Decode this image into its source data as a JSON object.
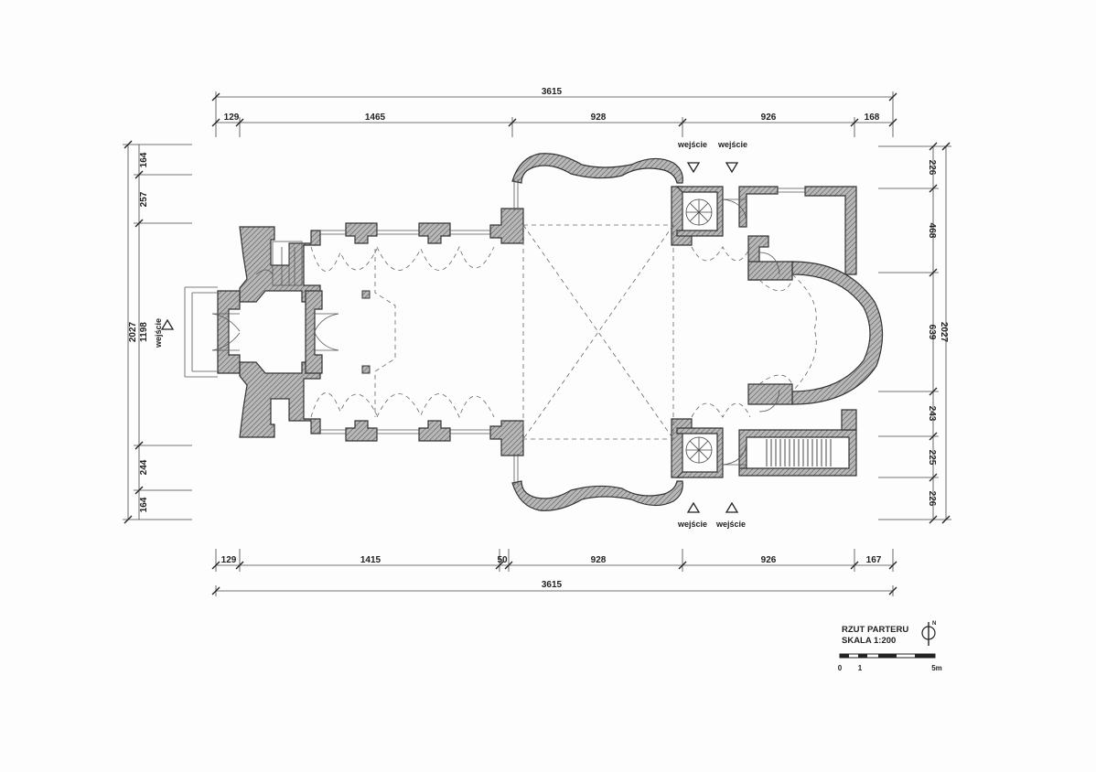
{
  "dims": {
    "top_overall": "3615",
    "top": [
      "129",
      "1465",
      "928",
      "926",
      "168"
    ],
    "bottom": [
      "129",
      "1415",
      "50",
      "928",
      "926",
      "167"
    ],
    "bottom_overall": "3615",
    "left_overall": "2027",
    "left": [
      "164",
      "257",
      "1198",
      "244",
      "164"
    ],
    "right_overall": "2027",
    "right": [
      "226",
      "468",
      "639",
      "243",
      "225",
      "226"
    ]
  },
  "labels": {
    "entrance": "wejście",
    "entrance_top_1": "wejście",
    "entrance_top_2": "wejście",
    "entrance_bottom_1": "wejście",
    "entrance_bottom_2": "wejście",
    "entrance_west": "wejście"
  },
  "title_block": {
    "title": "RZUT PARTERU",
    "scale": "SKALA  1:200",
    "scale_ticks": [
      "0",
      "1",
      "5m"
    ],
    "north": "N"
  },
  "colors": {
    "line": "#333333",
    "wall_hatch": "#8a8a8a",
    "paper": "#fdfdfd"
  }
}
